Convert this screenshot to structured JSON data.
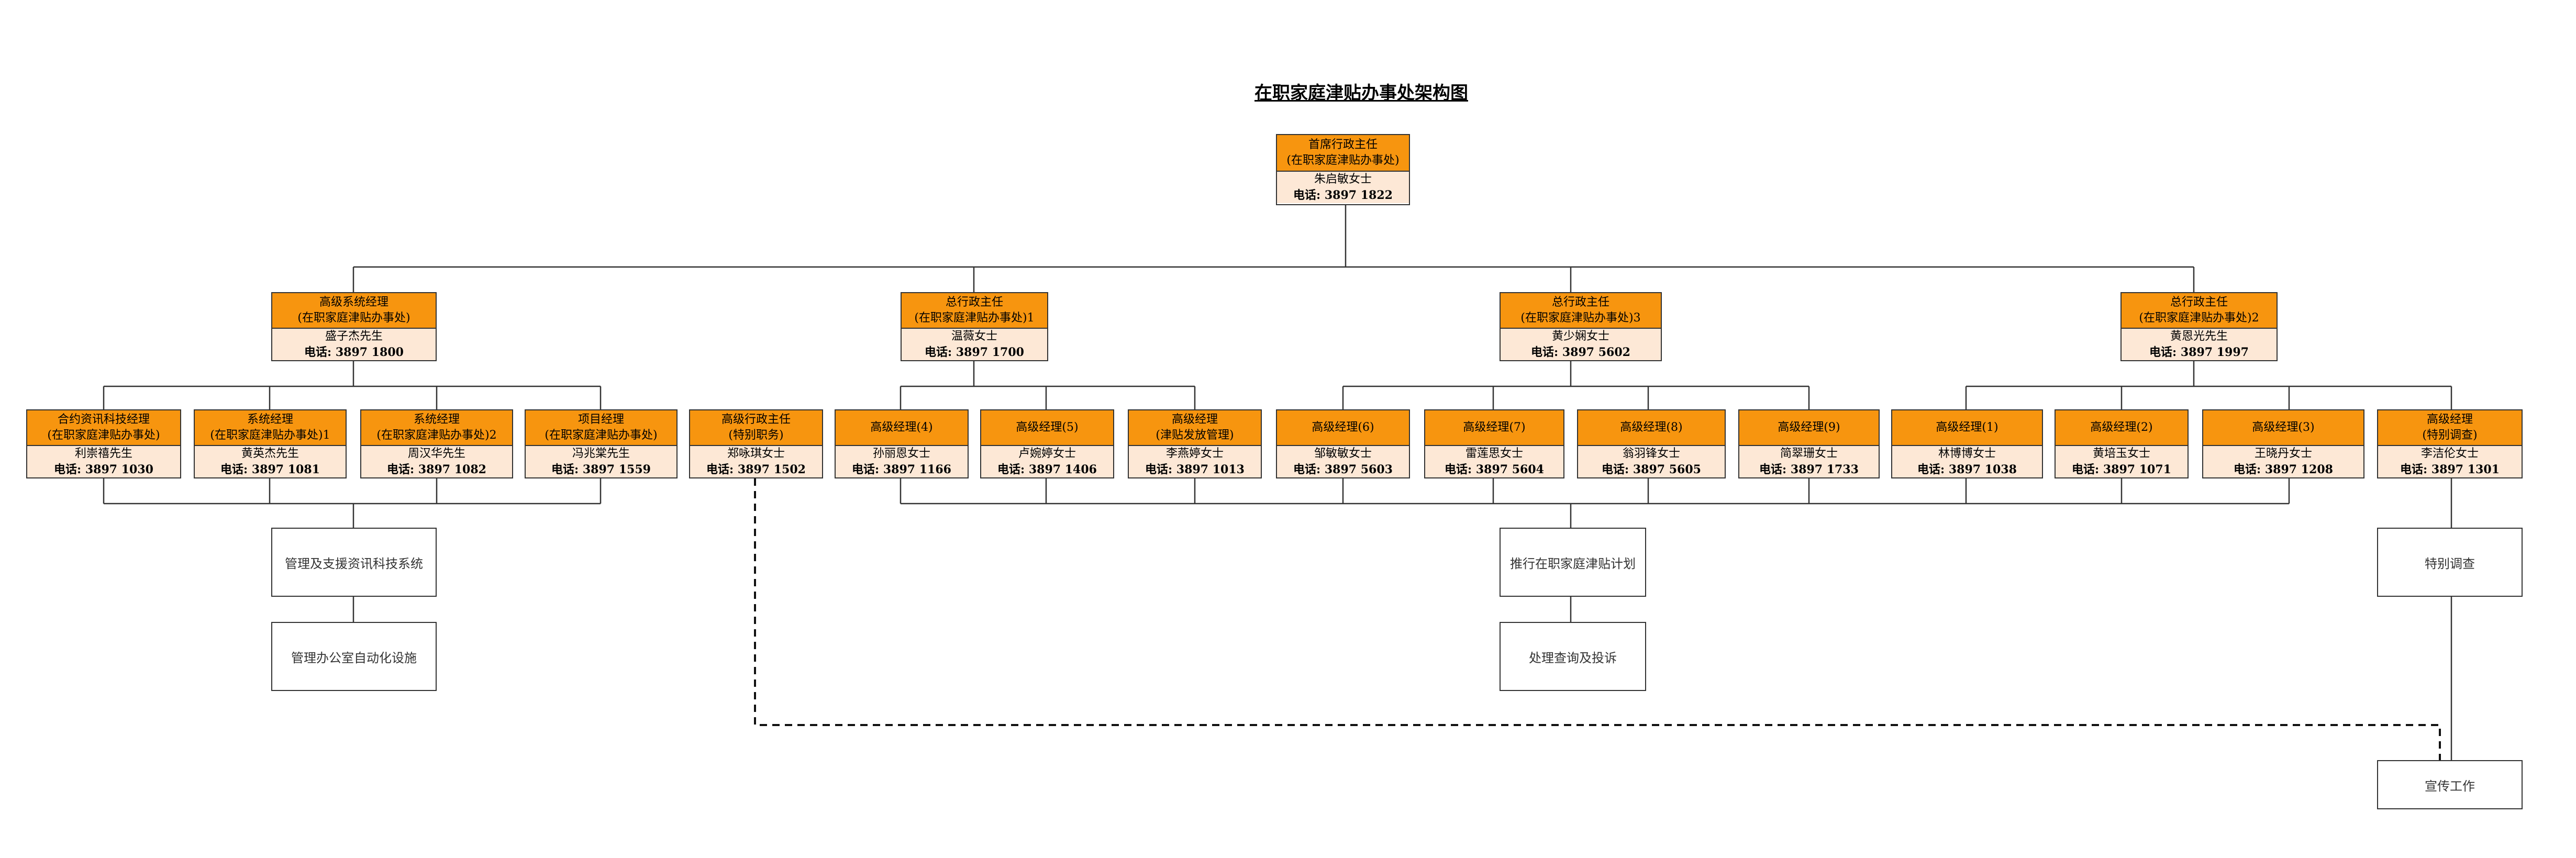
{
  "title": "在职家庭津贴办事处架构图",
  "chief": {
    "title1": "首席行政主任",
    "title2": "(在职家庭津贴办事处)",
    "name": "朱启敏女士",
    "tel": "电话: 3897 1822"
  },
  "managers": [
    {
      "title1": "高级系统经理",
      "title2": "(在职家庭津贴办事处)",
      "name": "盛子杰先生",
      "tel": "电话: 3897 1800"
    },
    {
      "title1": "总行政主任",
      "title2": "(在职家庭津贴办事处)1",
      "name": "温薇女士",
      "tel": "电话: 3897 1700"
    },
    {
      "title1": "总行政主任",
      "title2": "(在职家庭津贴办事处)3",
      "name": "黄少娴女士",
      "tel": "电话: 3897 5602"
    },
    {
      "title1": "总行政主任",
      "title2": "(在职家庭津贴办事处)2",
      "name": "黄恩光先生",
      "tel": "电话: 3897 1997"
    }
  ],
  "staff": [
    {
      "title1": "合约资讯科技经理",
      "title2": "(在职家庭津贴办事处)",
      "name": "利崇禧先生",
      "tel": "电话: 3897 1030"
    },
    {
      "title1": "系统经理",
      "title2": "(在职家庭津贴办事处)1",
      "name": "黄英杰先生",
      "tel": "电话: 3897 1081"
    },
    {
      "title1": "系统经理",
      "title2": "(在职家庭津贴办事处)2",
      "name": "周汉华先生",
      "tel": "电话: 3897 1082"
    },
    {
      "title1": "项目经理",
      "title2": "(在职家庭津贴办事处)",
      "name": "冯兆棠先生",
      "tel": "电话: 3897 1559"
    },
    {
      "title1": "高级行政主任",
      "title2": "(特别职务)",
      "name": "郑咏琪女士",
      "tel": "电话: 3897 1502"
    },
    {
      "title1": "高级经理(4)",
      "title2": "",
      "name": "孙丽恩女士",
      "tel": "电话: 3897 1166"
    },
    {
      "title1": "高级经理(5)",
      "title2": "",
      "name": "卢婉婷女士",
      "tel": "电话: 3897 1406"
    },
    {
      "title1": "高级经理",
      "title2": "(津贴发放管理)",
      "name": "李燕婷女士",
      "tel": "电话: 3897 1013"
    },
    {
      "title1": "高级经理(6)",
      "title2": "",
      "name": "邹敏敏女士",
      "tel": "电话: 3897 5603"
    },
    {
      "title1": "高级经理(7)",
      "title2": "",
      "name": "雷莲思女士",
      "tel": "电话: 3897 5604"
    },
    {
      "title1": "高级经理(8)",
      "title2": "",
      "name": "翁羽锋女士",
      "tel": "电话: 3897 5605"
    },
    {
      "title1": "高级经理(9)",
      "title2": "",
      "name": "简翠珊女士",
      "tel": "电话: 3897 1733"
    },
    {
      "title1": "高级经理(1)",
      "title2": "",
      "name": "林博博女士",
      "tel": "电话: 3897 1038"
    },
    {
      "title1": "高级经理(2)",
      "title2": "",
      "name": "黄培玉女士",
      "tel": "电话: 3897 1071"
    },
    {
      "title1": "高级经理(3)",
      "title2": "",
      "name": "王晓丹女士",
      "tel": "电话: 3897 1208"
    },
    {
      "title1": "高级经理",
      "title2": "(特别调查)",
      "name": "李洁伦女士",
      "tel": "电话: 3897 1301"
    }
  ],
  "functions": [
    "管理及支援资讯科技系统",
    "管理办公室自动化设施",
    "推行在职家庭津贴计划",
    "处理查询及投诉",
    "特别调查",
    "宣传工作"
  ],
  "colors": {
    "header": "#f7950f",
    "body": "#fde8d6",
    "border": "#333333"
  }
}
